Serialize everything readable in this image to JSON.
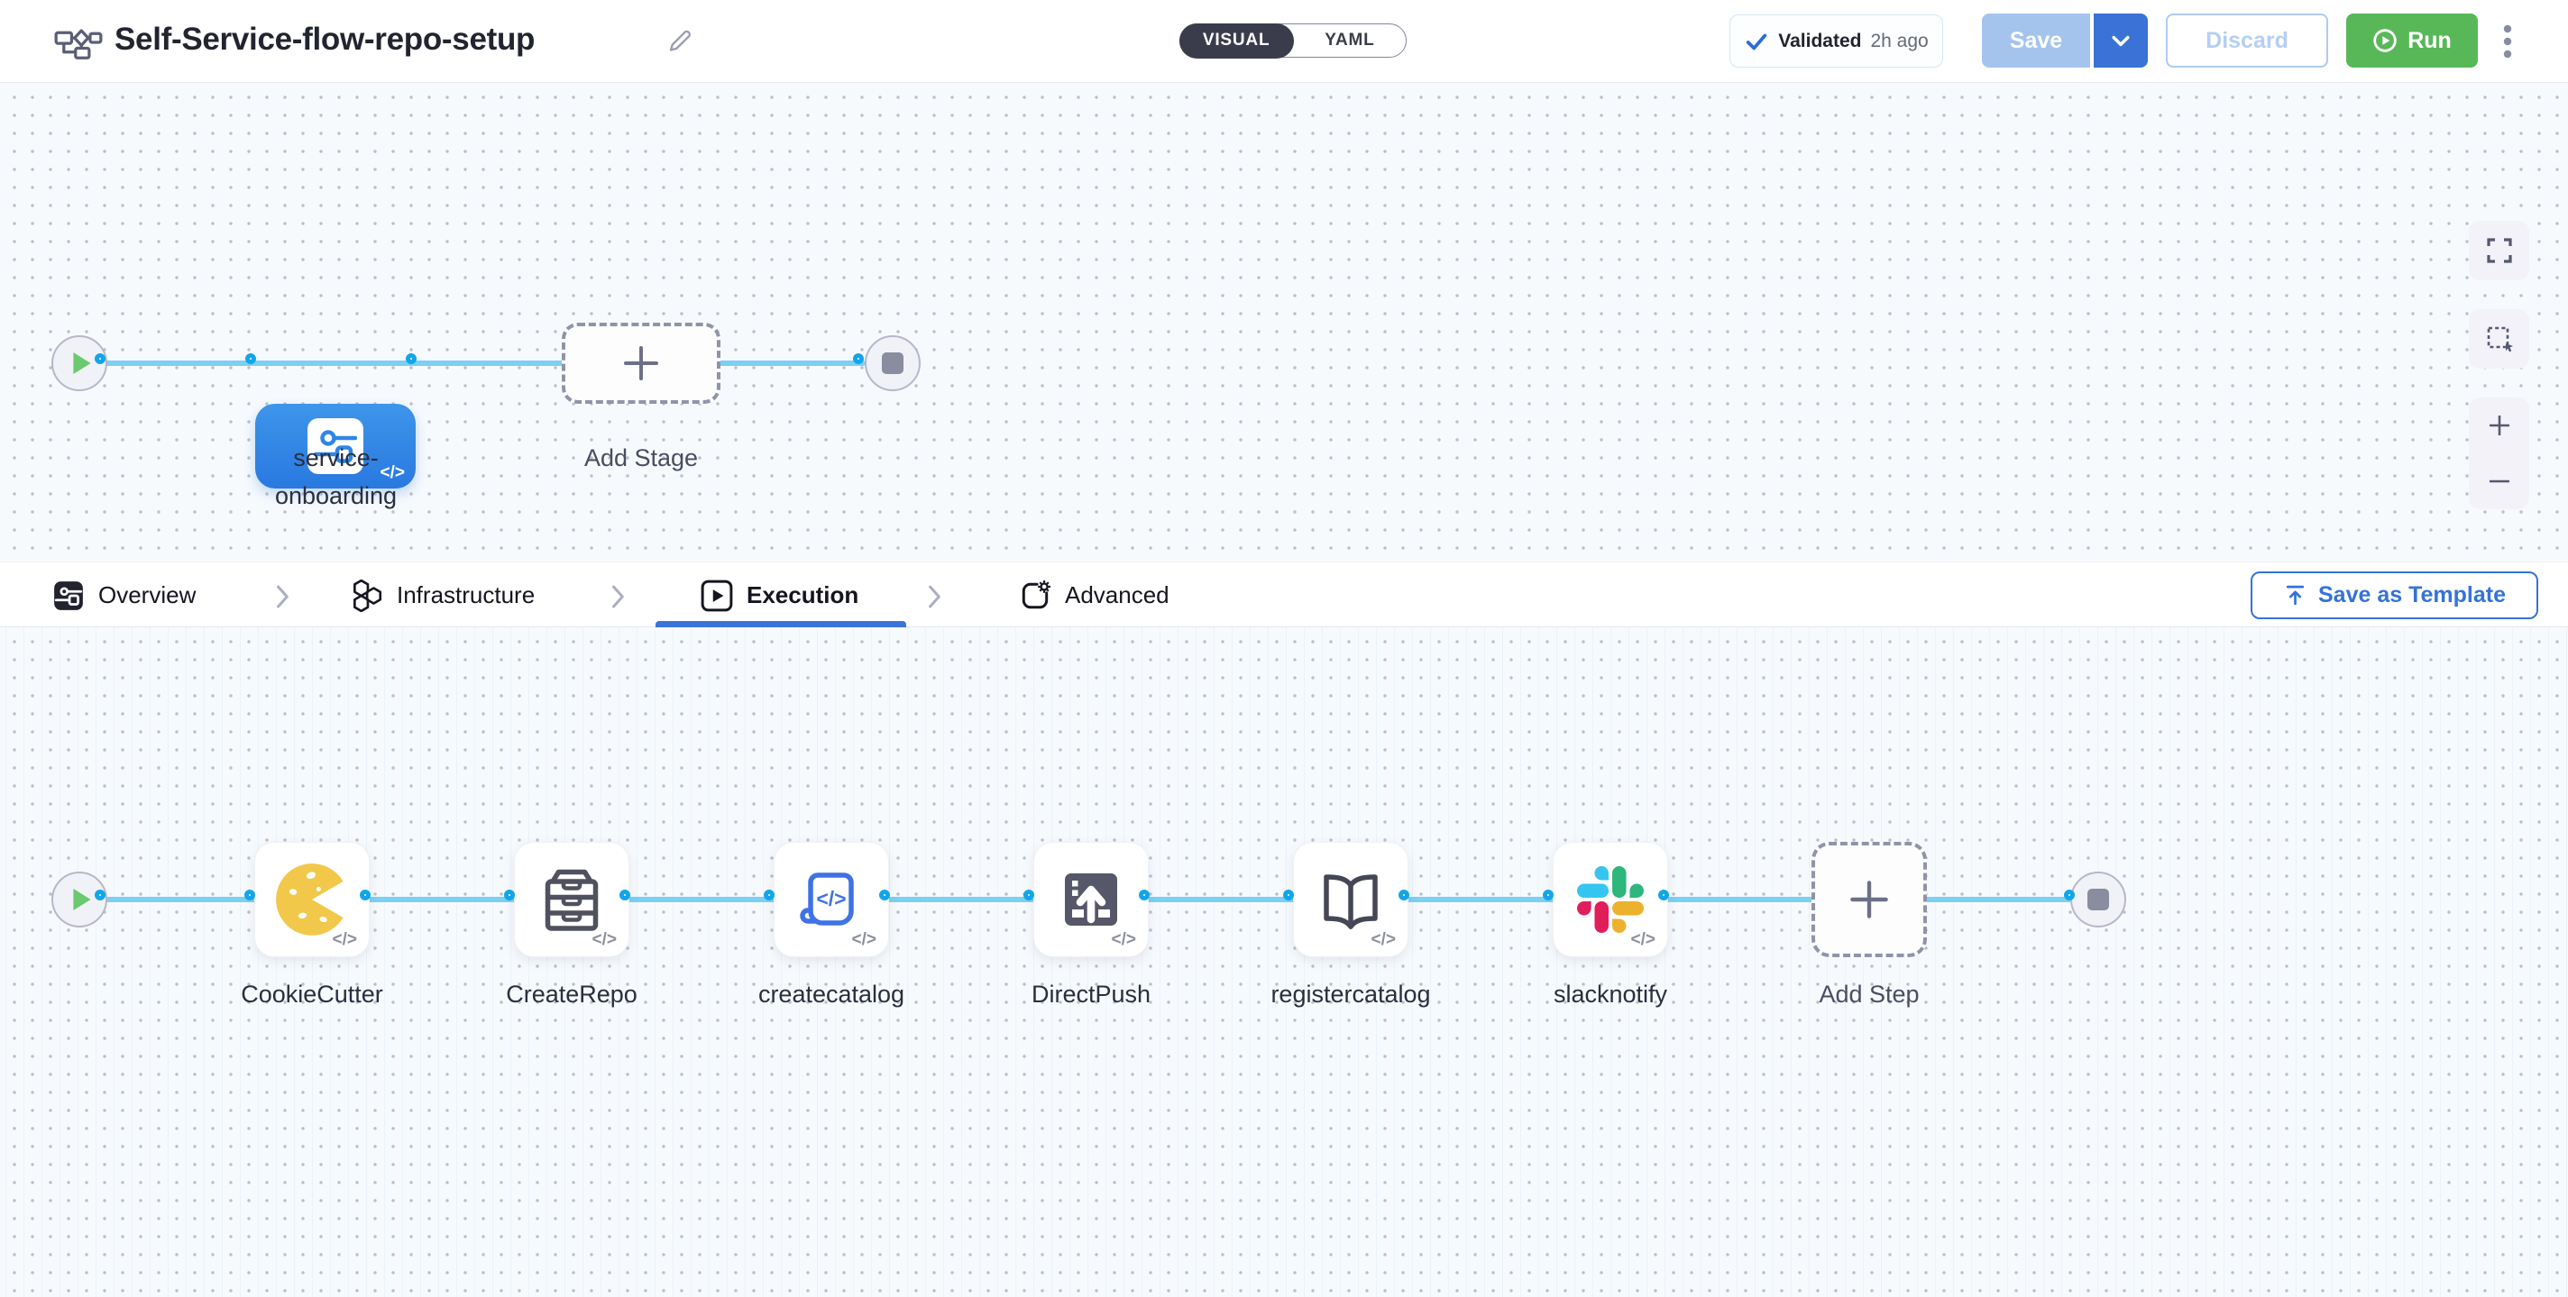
{
  "header": {
    "title": "Self-Service-flow-repo-setup",
    "mode_toggle": {
      "options": [
        "VISUAL",
        "YAML"
      ],
      "selected": "VISUAL"
    },
    "validation": {
      "label": "Validated",
      "time": "2h ago"
    },
    "buttons": {
      "save": "Save",
      "discard": "Discard",
      "run": "Run"
    }
  },
  "stage_pipeline": {
    "stage_name": "service-onboarding",
    "add_stage_label": "Add Stage"
  },
  "canvas_controls": {
    "icons": [
      "fullscreen-icon",
      "marquee-select-icon",
      "zoom-in-icon",
      "zoom-out-icon"
    ]
  },
  "tabs": {
    "items": [
      {
        "label": "Overview",
        "icon": "overview-icon"
      },
      {
        "label": "Infrastructure",
        "icon": "infrastructure-icon"
      },
      {
        "label": "Execution",
        "icon": "execution-icon"
      },
      {
        "label": "Advanced",
        "icon": "advanced-icon"
      }
    ],
    "active": "Execution",
    "save_as_template_label": "Save as Template"
  },
  "execution_pipeline": {
    "steps": [
      {
        "name": "CookieCutter",
        "icon": "cookiecutter-icon"
      },
      {
        "name": "CreateRepo",
        "icon": "repo-drawers-icon"
      },
      {
        "name": "createcatalog",
        "icon": "code-scroll-icon"
      },
      {
        "name": "DirectPush",
        "icon": "push-upload-icon"
      },
      {
        "name": "registercatalog",
        "icon": "open-book-icon"
      },
      {
        "name": "slacknotify",
        "icon": "slack-icon"
      }
    ],
    "add_step_label": "Add Step",
    "code_badge": "</>"
  },
  "colors": {
    "accent_blue": "#3a72d6",
    "run_green": "#58b858",
    "stage_node_blue": "#2e86e6",
    "connector_line": "#7bd0f4",
    "connector_dot_ring": "#12a6e9",
    "cookie_yellow": "#f2c84b",
    "slack": {
      "blue": "#36C5F0",
      "green": "#2EB67D",
      "yellow": "#ECB22E",
      "red": "#E01E5A"
    }
  }
}
